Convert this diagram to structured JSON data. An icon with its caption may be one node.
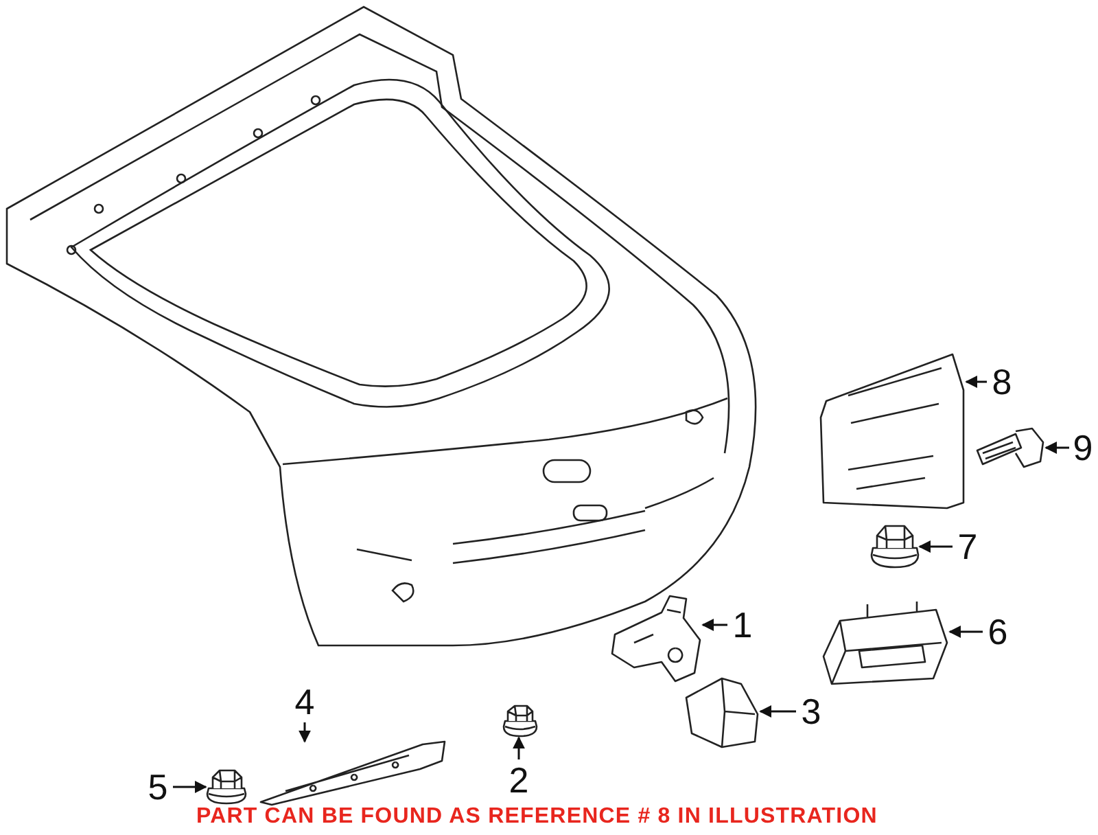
{
  "diagram": {
    "nodes": [
      {
        "text": [
          "1"
        ]
      },
      {
        "text": [
          "2"
        ]
      },
      {
        "text": [
          "3"
        ]
      },
      {
        "text": [
          "4"
        ]
      },
      {
        "text": [
          "5"
        ]
      },
      {
        "text": [
          "6"
        ]
      },
      {
        "text": [
          "7"
        ]
      },
      {
        "text": [
          "8"
        ]
      },
      {
        "text": [
          "9"
        ]
      },
      {
        "text": [],
        "shape": "picture"
      },
      {
        "text": [],
        "shape": "picture"
      },
      {
        "text": [],
        "shape": "picture"
      },
      {
        "text": [],
        "shape": "picture"
      },
      {
        "text": [],
        "shape": "picture"
      },
      {
        "text": [],
        "shape": "picture"
      },
      {
        "text": [],
        "shape": "picture"
      },
      {
        "text": [],
        "shape": "picture"
      },
      {
        "text": [],
        "shape": "picture"
      }
    ],
    "edges": [
      {
        "from": 0,
        "to": 9,
        "arrow": "to"
      },
      {
        "from": 1,
        "to": 10,
        "arrow": "to"
      },
      {
        "from": 2,
        "to": 11,
        "arrow": "to"
      },
      {
        "from": 3,
        "to": 12,
        "arrow": "to"
      },
      {
        "from": 4,
        "to": 13,
        "arrow": "to"
      },
      {
        "from": 5,
        "to": 14,
        "arrow": "to"
      },
      {
        "from": 6,
        "to": 15,
        "arrow": "to"
      },
      {
        "from": 7,
        "to": 16,
        "arrow": "to"
      },
      {
        "from": 8,
        "to": 17,
        "arrow": "to"
      }
    ],
    "labels": [
      "PART CAN BE FOUND AS REFERENCE # 8 IN ILLUSTRATION"
    ]
  }
}
